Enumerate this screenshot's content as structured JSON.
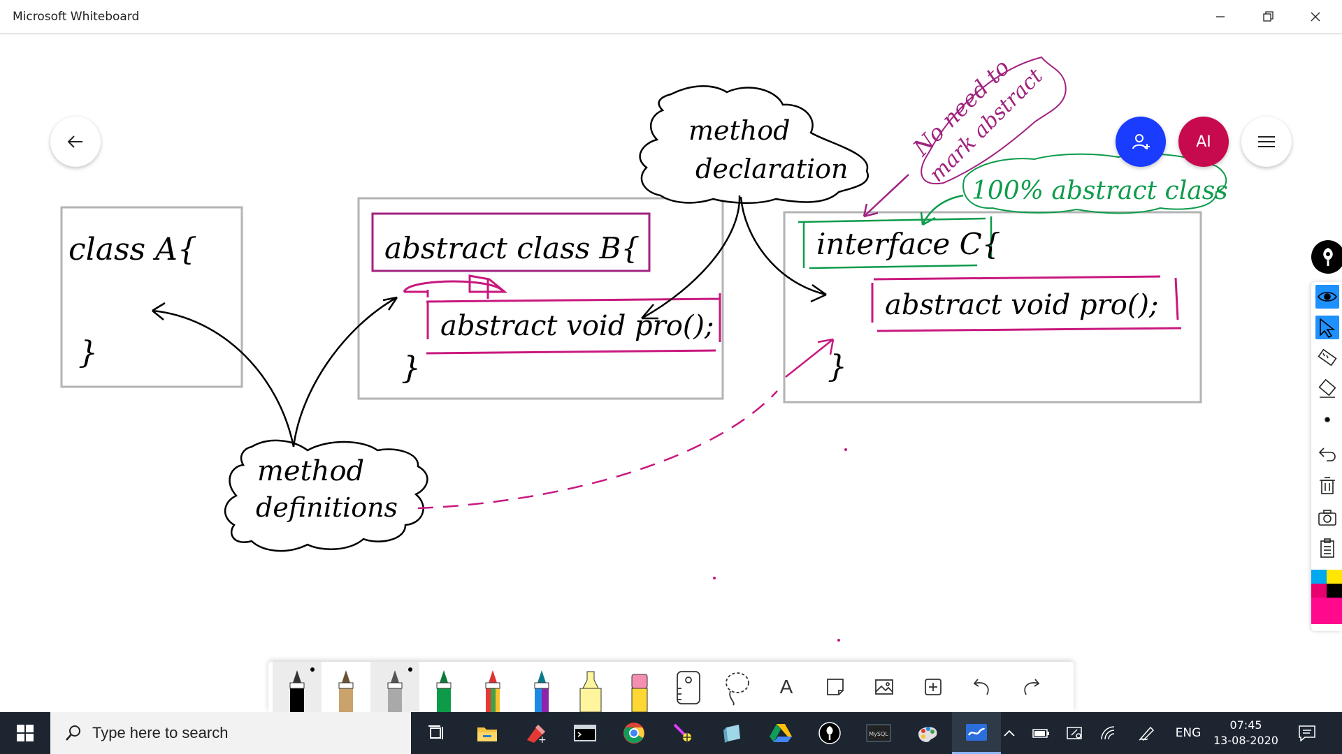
{
  "window": {
    "title": "Microsoft Whiteboard",
    "minimize_icon": "minimize-icon",
    "restore_icon": "restore-icon",
    "close_icon": "close-icon"
  },
  "header_actions": {
    "back_icon": "arrow-left-icon",
    "invite_icon": "add-person-icon",
    "avatar_initials": "AI",
    "menu_icon": "hamburger-icon",
    "invite_color": "#1a3cff",
    "avatar_color": "#c70a4d"
  },
  "board": {
    "box_a": {
      "line1": "class  A{",
      "close": "}"
    },
    "box_b": {
      "line1": "abstract  class  B{",
      "method": "abstract  void  pro();",
      "close": "}"
    },
    "box_c": {
      "line1": "interface  C{",
      "method": "abstract  void  pro();",
      "close": "}"
    },
    "cloud_declaration": [
      "method",
      "declaration"
    ],
    "cloud_definitions": [
      "method",
      "definitions"
    ],
    "note_no_need": [
      "No need to",
      "mark abstract"
    ],
    "note_percent": "100% abstract class",
    "ink_colors": {
      "black": "#000000",
      "magenta": "#c8187e",
      "purple": "#a0237f",
      "green": "#0d9b4a",
      "gray": "#b3b3b3"
    }
  },
  "side_toolbar": {
    "items": [
      "pen-icon",
      "eye-icon",
      "select-arrow-icon",
      "ruler-icon",
      "eraser-icon",
      "dot-icon",
      "undo-icon",
      "delete-icon",
      "camera-icon",
      "clipboard-icon"
    ],
    "swatches": [
      "#00a8f0",
      "#ffe600",
      "#000000",
      "#e8006f"
    ]
  },
  "ink_toolbar": {
    "tools": [
      "black-pen",
      "gold-pen",
      "silver-pen",
      "green-pen",
      "rainbow-pen",
      "galaxy-pen",
      "yellow-highlighter",
      "pink-eraser",
      "ruler-icon",
      "lasso-icon",
      "text-icon",
      "note-icon",
      "image-icon",
      "add-icon",
      "undo-icon",
      "redo-icon"
    ],
    "text_tool_label": "A"
  },
  "taskbar": {
    "search_placeholder": "Type here to search",
    "apps": [
      "task-view-icon",
      "file-explorer-icon",
      "paint-3d-icon",
      "terminal-icon",
      "chrome-icon",
      "bug-icon",
      "3d-cube-icon",
      "google-drive-icon",
      "pen-app-icon",
      "mysql-icon",
      "paint-icon",
      "whiteboard-icon"
    ],
    "mysql_label": "MySQL",
    "language": "ENG",
    "time": "07:45",
    "date": "13-08-2020"
  }
}
